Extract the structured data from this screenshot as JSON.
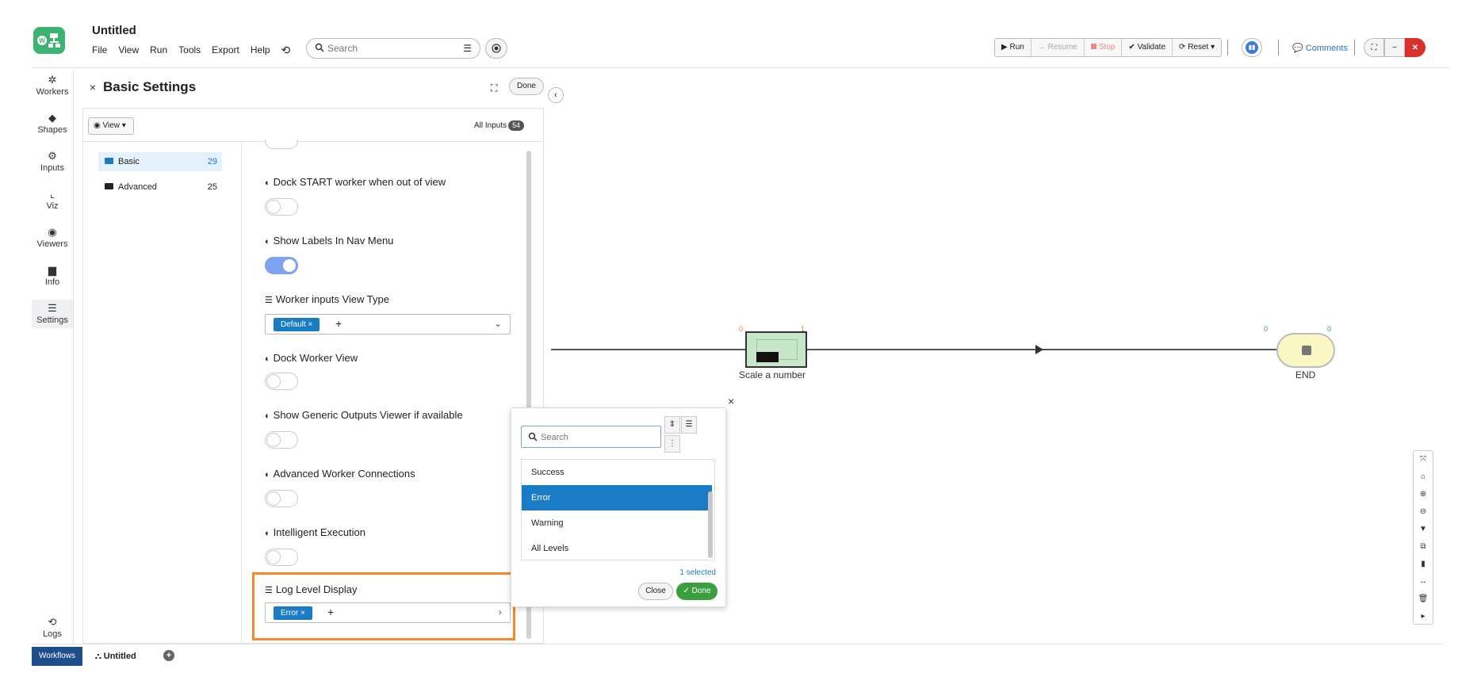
{
  "app": {
    "logo_letter": "W",
    "title": "Untitled",
    "menu": [
      "File",
      "View",
      "Run",
      "Tools",
      "Export",
      "Help"
    ],
    "search_placeholder": "Search"
  },
  "toolbar": {
    "run": "Run",
    "resume": "Resume",
    "stop": "Stop",
    "validate": "Validate",
    "reset": "Reset",
    "comments": "Comments"
  },
  "leftnav": [
    {
      "label": "Workers",
      "icon": "gear-icon"
    },
    {
      "label": "Shapes",
      "icon": "diamond-icon"
    },
    {
      "label": "Inputs",
      "icon": "gears-icon"
    },
    {
      "label": "Viz",
      "icon": "chart-icon"
    },
    {
      "label": "Viewers",
      "icon": "eye-icon"
    },
    {
      "label": "Info",
      "icon": "file-icon"
    },
    {
      "label": "Settings",
      "icon": "sliders-icon"
    }
  ],
  "logs_label": "Logs",
  "panel": {
    "title": "Basic Settings",
    "done": "Done",
    "view_btn": "View",
    "all_inputs": "All Inputs",
    "all_inputs_count": "54",
    "categories": [
      {
        "name": "Basic",
        "count": "29"
      },
      {
        "name": "Advanced",
        "count": "25"
      }
    ],
    "settings": {
      "dock_start": "Dock START worker when out of view",
      "show_labels": "Show Labels In Nav Menu",
      "view_type": "Worker inputs View Type",
      "view_type_tag": "Default",
      "dock_worker": "Dock Worker View",
      "generic_outputs": "Show Generic Outputs Viewer if available",
      "advanced_conn": "Advanced Worker Connections",
      "intelligent": "Intelligent Execution",
      "log_level": "Log Level Display",
      "log_level_tag": "Error"
    }
  },
  "canvas": {
    "scale_node_label": "Scale a number",
    "end_label": "END",
    "scale_in": "0",
    "scale_out": "1",
    "end_in": "0",
    "end_out": "0"
  },
  "popup": {
    "search_placeholder": "Search",
    "options": [
      "Success",
      "Error",
      "Warning",
      "All Levels"
    ],
    "selected_option": "Error",
    "selected_count": "1 selected",
    "close": "Close",
    "done": "Done"
  },
  "bottom": {
    "workflows": "Workflows",
    "tab": "Untitled",
    "add": "+"
  },
  "colors": {
    "accent": "#1a7cc4",
    "highlight": "#f5892b",
    "done_green": "#3b9e3f",
    "close_red": "#d9302c",
    "toggle_on": "#7ea3ee"
  }
}
